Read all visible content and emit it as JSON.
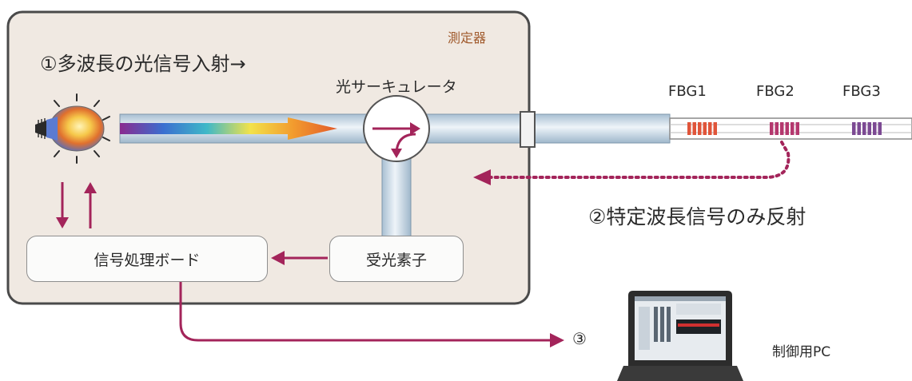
{
  "device": {
    "label": "測定器"
  },
  "step1": {
    "label": "①多波長の光信号入射→"
  },
  "circulator": {
    "label": "光サーキュレータ"
  },
  "fbg": [
    {
      "label": "FBG1",
      "color": "#e0553a"
    },
    {
      "label": "FBG2",
      "color": "#b4386e"
    },
    {
      "label": "FBG3",
      "color": "#7c4a93"
    }
  ],
  "step2": {
    "label": "②特定波長信号のみ反射"
  },
  "signal_board": {
    "label": "信号処理ボード"
  },
  "photodetector": {
    "label": "受光素子"
  },
  "step3": {
    "label": "③"
  },
  "pc": {
    "label": "制御用PC"
  },
  "colors": {
    "arrow": "#a3245a",
    "device_panel": "#f0e9e2",
    "fiber": "#c6d8e6"
  }
}
